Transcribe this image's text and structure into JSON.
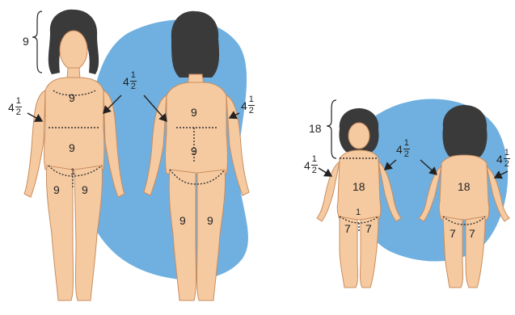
{
  "colors": {
    "blob": "#6fb0e0",
    "skin": "#f6caa0",
    "skin_stroke": "#c98d5f",
    "hair": "#3a3a3a",
    "dotted": "#333333",
    "text": "#222222"
  },
  "adult": {
    "head": "9",
    "front_chest": "9",
    "front_abdomen": "9",
    "front_left_leg": "9",
    "front_right_leg": "9",
    "genital": "1",
    "back_upper": "9",
    "back_lower": "9",
    "back_left_leg": "9",
    "back_right_leg": "9",
    "arm_front": {
      "whole": "4",
      "num": "1",
      "den": "2"
    },
    "arm_pointer": {
      "whole": "4",
      "num": "1",
      "den": "2"
    },
    "arm_back": {
      "whole": "4",
      "num": "1",
      "den": "2"
    }
  },
  "child": {
    "head": "18",
    "front_trunk": "18",
    "front_left_leg": "7",
    "front_right_leg": "7",
    "genital": "1",
    "back_trunk": "18",
    "back_left_leg": "7",
    "back_right_leg": "7",
    "arm_front": {
      "whole": "4",
      "num": "1",
      "den": "2"
    },
    "arm_pointer": {
      "whole": "4",
      "num": "1",
      "den": "2"
    },
    "arm_back": {
      "whole": "4",
      "num": "1",
      "den": "2"
    }
  }
}
